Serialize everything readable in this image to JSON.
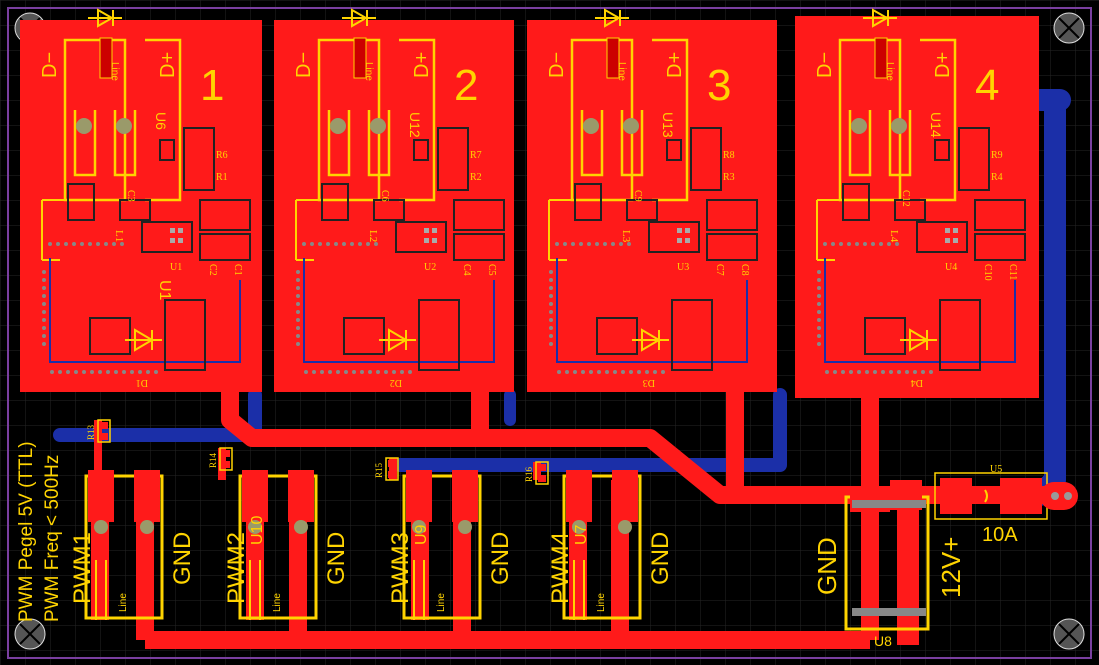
{
  "board": {
    "colors": {
      "background": "#000000",
      "copper_top": "#ff1a1a",
      "copper_bottom": "#1b2fa8",
      "silkscreen": "#ffd400",
      "outline": "#7a3fa0",
      "grid": "#2a2a2a"
    },
    "modules": [
      {
        "number": "1",
        "dm": "D−",
        "dp": "D+",
        "u": "U6",
        "rA": "R6",
        "rB": "R1",
        "cA": "C3",
        "cB": "C2",
        "cC": "C1",
        "coil": "L1",
        "ic": "U1",
        "diode": "D1",
        "icBig": "U1"
      },
      {
        "number": "2",
        "dm": "D−",
        "dp": "D+",
        "u": "U12",
        "rA": "R7",
        "rB": "R2",
        "cA": "C6",
        "cB": "C4",
        "cC": "C5",
        "coil": "L2",
        "ic": "U2",
        "diode": "D2",
        "icBig": ""
      },
      {
        "number": "3",
        "dm": "D−",
        "dp": "D+",
        "u": "U13",
        "rA": "R8",
        "rB": "R3",
        "cA": "C9",
        "cB": "C7",
        "cC": "C8",
        "coil": "L3",
        "ic": "U3",
        "diode": "D3",
        "icBig": ""
      },
      {
        "number": "4",
        "dm": "D−",
        "dp": "D+",
        "u": "U14",
        "rA": "R9",
        "rB": "R4",
        "cA": "C12",
        "cB": "C10",
        "cC": "C11",
        "coil": "L4",
        "ic": "U4",
        "diode": "D4",
        "icBig": ""
      }
    ],
    "line_label": "Line",
    "inputs": [
      {
        "pwm": "PWM1",
        "gnd": "GND",
        "res": "R13"
      },
      {
        "pwm": "PWM2",
        "gnd": "GND",
        "res": "R14",
        "overlap": "U10"
      },
      {
        "pwm": "PWM3",
        "gnd": "GND",
        "res": "R15",
        "overlap": "U9"
      },
      {
        "pwm": "PWM4",
        "gnd": "GND",
        "res": "R16",
        "overlap": "U7"
      }
    ],
    "power": {
      "gnd": "GND",
      "v12": "12V+",
      "fuse": "10A",
      "fuse_ref": "U5",
      "conn_ref": "U8"
    },
    "notes": {
      "level": "PWM Pegel 5V (TTL)",
      "freq": "PWM Freq < 500Hz"
    }
  }
}
